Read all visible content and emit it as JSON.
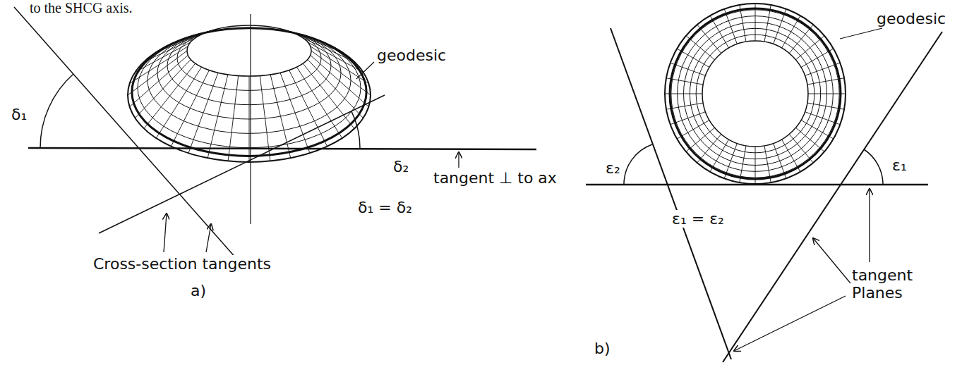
{
  "diagram": {
    "labels": [
      "to the SHCG axis.",
      "geodesic",
      "δ₁",
      "δ₂",
      "tangent ⊥ to ax",
      "δ₁ = δ₂",
      "Cross-section tangents",
      "a)",
      "geodesic",
      "ε₂",
      "ε₁",
      "ε₁ = ε₂",
      "tangent Planes",
      "b)"
    ]
  }
}
